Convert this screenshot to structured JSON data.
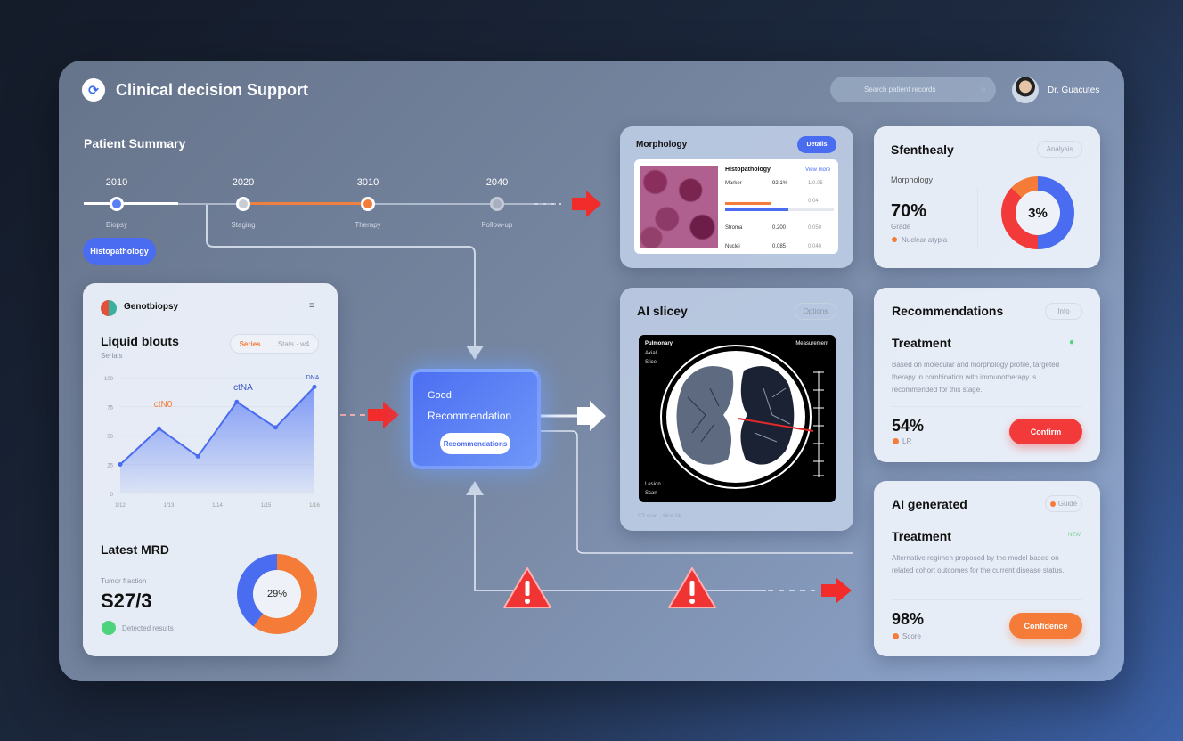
{
  "header": {
    "title": "Clinical decision Support",
    "search_placeholder": "Search patient records",
    "user_name": "Dr. Guacutes"
  },
  "summary": {
    "title": "Patient Summary",
    "timeline": [
      {
        "year": "2010",
        "label": "Biopsy"
      },
      {
        "year": "2020",
        "label": "Staging"
      },
      {
        "year": "3010",
        "label": "Therapy"
      },
      {
        "year": "2040",
        "label": "Follow-up"
      }
    ],
    "button": "Histopathology"
  },
  "left_card": {
    "title": "Genotbiopsy",
    "menu": "≡",
    "chart_title": "Liquid blouts",
    "chart_sub": "Serials",
    "toggle_active": "Series",
    "toggle_inactive": "Stats · w4",
    "mrd_title": "Latest MRD",
    "mrd_label": "Tumor fraction",
    "mrd_value": "S27/3",
    "mrd_status": "Detected results",
    "donut_label": "29%"
  },
  "chart_data": {
    "type": "area",
    "title": "Liquid blouts",
    "x": [
      "1/12",
      "1/13",
      "1/14",
      "1/15",
      "1/16"
    ],
    "yticks": [
      "0",
      "25",
      "50",
      "75",
      "100"
    ],
    "ylim": [
      0,
      100
    ],
    "values": [
      25,
      56,
      32,
      79,
      57,
      92
    ],
    "annotations": [
      "ctN0",
      "ctNA",
      "DNA"
    ],
    "color": "#4a6cf0"
  },
  "center": {
    "line1": "Good",
    "line2": "Recommendation",
    "button": "Recommendations"
  },
  "morph": {
    "title": "Morphology",
    "button": "Details",
    "table_title": "Histopathology",
    "table_link": "View more",
    "rows": [
      [
        "Marker",
        "92.1%",
        "1/0.05"
      ],
      [
        "",
        "",
        "0.04"
      ],
      [
        "Stroma",
        "0.200",
        "0.050"
      ],
      [
        "Nuclei",
        "0.085",
        "0.040"
      ]
    ]
  },
  "stat": {
    "title": "Sfenthealy",
    "chip": "Analysis",
    "label": "Morphology",
    "value": "70%",
    "sub": "Grade",
    "note": "Nuclear atypia",
    "donut": "3%"
  },
  "slice": {
    "title": "AI slicey",
    "chip": "Options",
    "img_tl": "Pulmonary",
    "img_tl2": "Axial",
    "img_tl3": "Slice",
    "img_tr": "Measurement",
    "img_bl": "Lesion",
    "img_bl2": "Scan",
    "caption": "CT scan · slice 24"
  },
  "rec": {
    "title": "Recommendations",
    "chip": "Info",
    "heading": "Treatment",
    "badge": "●",
    "text": "Based on molecular and morphology profile, targeted therapy in combination with immunotherapy is recommended for this stage.",
    "value": "54%",
    "sub": "LR",
    "button": "Confirm"
  },
  "ai": {
    "title": "AI generated",
    "chip": "Guide",
    "heading": "Treatment",
    "badge": "NEW",
    "text": "Alternative regimen proposed by the model based on related cohort outcomes for the current disease status.",
    "value": "98%",
    "sub": "Score",
    "button": "Confidence"
  },
  "colors": {
    "blue": "#4a6cf0",
    "orange": "#f47b38",
    "red": "#f23a3a",
    "green": "#4cd37c"
  }
}
